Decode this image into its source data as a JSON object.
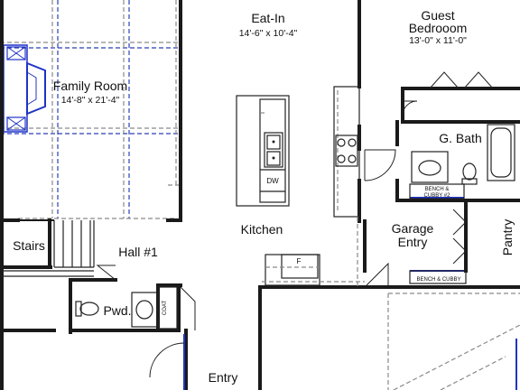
{
  "rooms": {
    "family_room": {
      "name": "Family Room",
      "dims": "14'-8\" x 21'-4\""
    },
    "eat_in": {
      "name": "Eat-In",
      "dims": "14'-6\" x 10'-4\""
    },
    "guest_bedroom": {
      "name": "Guest",
      "name2": "Bedrooom",
      "dims": "13'-0\" x 11'-0\""
    },
    "g_bath": {
      "name": "G. Bath"
    },
    "kitchen": {
      "name": "Kitchen"
    },
    "stairs": {
      "name": "Stairs"
    },
    "hall": {
      "name": "Hall #1"
    },
    "garage_entry": {
      "name": "Garage",
      "name2": "Entry"
    },
    "pantry": {
      "name": "Pantry"
    },
    "pwd": {
      "name": "Pwd."
    },
    "entry": {
      "name": "Entry"
    }
  },
  "fixtures": {
    "dishwasher": "DW",
    "fridge": "F",
    "coat": "COAT",
    "bench_cubby_2_line1": "BENCH &",
    "bench_cubby_2_line2": "CUBBY #2",
    "bench_cubby": "BENCH & CUBBY"
  },
  "colors": {
    "walls": "#1a1a1a",
    "accent_blue": "#1f33c7",
    "dashed_gray": "#8a8a8a"
  }
}
